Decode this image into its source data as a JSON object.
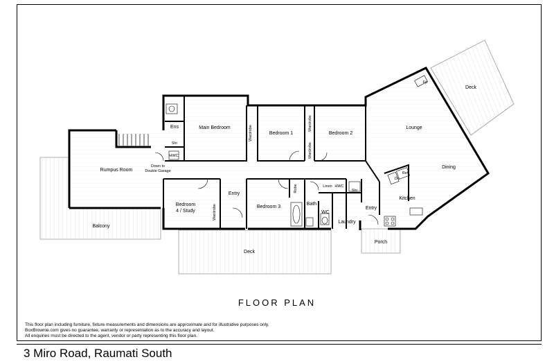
{
  "plan": {
    "title": "FLOOR PLAN",
    "address": "3 Miro Road, Raumati South",
    "disclaimer": [
      "This floor plan including furniture, fixture measurements and dimensions are approximate and for illustrative purposes only.",
      "BoxBrownie.com gives no guarantee, warranty or representation as to the accuracy and layout.",
      "All enquiries must be directed to the agent, vendor or party representing this floor plan."
    ],
    "rooms": {
      "main_bedroom": "Main Bedroom",
      "ens": "Ens",
      "shr_ens": "Shr",
      "hwc_ens": "HWC",
      "down_to": "Down to",
      "double_garage": "Double Garage",
      "rumpus": "Rumpus Room",
      "balcony": "Balcony",
      "bedroom1": "Bedroom 1",
      "bedroom2": "Bedroom 2",
      "lounge": "Lounge",
      "fp": "Fp",
      "deck_top": "Deck",
      "dining": "Dining",
      "ov": "Ov",
      "ref": "Ref",
      "kitchen": "Kitchen",
      "entry_right": "Entry",
      "porch": "Porch",
      "laundry": "Laundry",
      "wc": "WC",
      "bath": "Bath",
      "linen": "Linen",
      "hwc_bath": "HWC",
      "shr_bath": "Shr",
      "robe": "Robe",
      "bedroom3": "Bedroom 3",
      "entry_mid": "Entry",
      "bedroom4_line1": "Bedroom",
      "bedroom4_line2": "4 / Study",
      "deck_bottom": "Deck",
      "wardrobe_main": "Wardrobe",
      "wardrobe_b1": "Wardrobe",
      "wardrobe_b1b": "Wardrobe",
      "wardrobe_b4": "Wardrobe"
    }
  }
}
